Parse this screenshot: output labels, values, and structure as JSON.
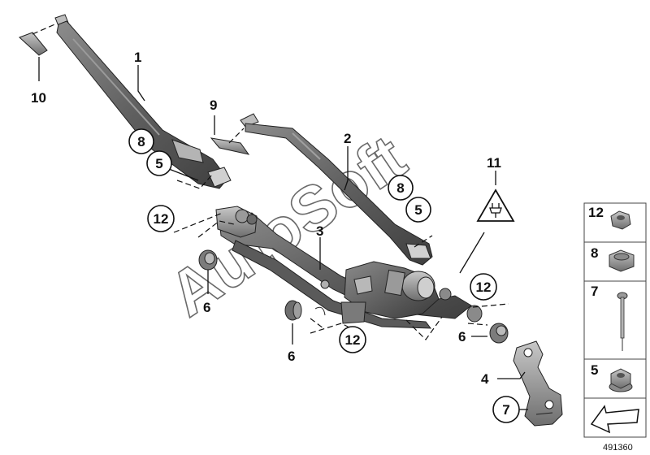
{
  "diagram": {
    "callouts": {
      "c1": "1",
      "c2": "2",
      "c3": "3",
      "c4": "4",
      "c5a": "5",
      "c5b": "5",
      "c6a": "6",
      "c6b": "6",
      "c6c": "6",
      "c7": "7",
      "c8a": "8",
      "c8b": "8",
      "c9": "9",
      "c10": "10",
      "c11": "11",
      "c12a": "12",
      "c12b": "12",
      "c12c": "12"
    },
    "legend": {
      "items": [
        "12",
        "8",
        "7",
        "5"
      ]
    },
    "watermark": "AutoSoft",
    "reference_number": "491360",
    "icons": [
      "electrical-warning-icon",
      "nut-icon",
      "cap-nut-icon",
      "rivet-icon",
      "flange-nut-icon",
      "direction-arrow-icon"
    ]
  }
}
